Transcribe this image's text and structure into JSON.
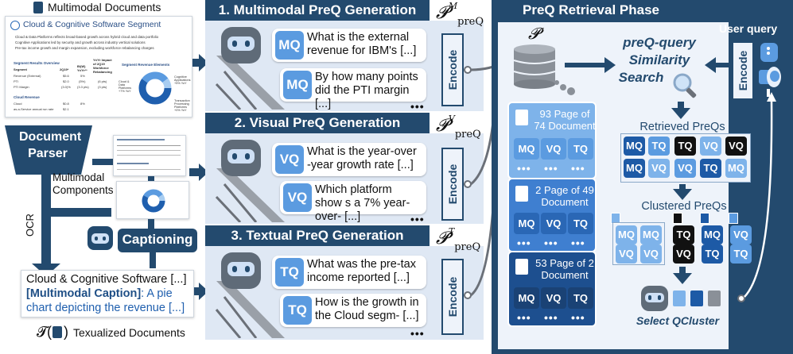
{
  "top_left": {
    "title": "Multimodal Documents",
    "doc_header": "Cloud & Cognitive Software Segment",
    "doc_bullets": [
      "Cloud & Data Platforms reflects broad-based growth across hybrid cloud and data portfolio",
      "Cognitive Applications led by security and growth across industry vertical solutions",
      "Pre-tax income growth and margin expansion, excluding workforce rebalancing charges"
    ],
    "table_title": "Segment Results Overview",
    "table_headers": [
      "Segment",
      "2Q19*",
      "B/(W) Yr/Yr**",
      "Yr/Yr Impact of 2Q19 Workforce Rebalancing"
    ],
    "table_rows": [
      [
        "Revenue (External)",
        "$5.6",
        "5%",
        ""
      ],
      [
        "PTI",
        "$2.0",
        "(5%)",
        "(6 pts)"
      ],
      [
        "PTI Margin",
        "(3.0)%",
        "(3.3 pts)",
        "(3 pts)"
      ]
    ],
    "cloud_title": "Cloud Revenue",
    "cloud_rows": [
      [
        "Cloud",
        "$0.8",
        "8%"
      ],
      [
        "as-a-Service annual run rate",
        "$2.1",
        ""
      ]
    ],
    "pie_title": "Segment Revenue Elements",
    "pie_labels": [
      "Cloud & Data Platforms +7% YoY",
      "Cognitive Applications +5% YoY",
      "Transaction Processing Platforms +0% YoY"
    ]
  },
  "parser_label": "Document Parser",
  "components_label": "Multimodal Components",
  "ocr_label": "OCR",
  "captioning_label": "Captioning",
  "text_doc": {
    "line1": "Cloud & Cognitive Software [...]",
    "caption_tag": "[Multimodal Caption]",
    "line2_rest": ": A pie",
    "line3": "chart depicting the revenue [...]"
  },
  "texualized_label": "Texualized Documents",
  "t_symbol": "𝓣",
  "sections": [
    {
      "title": "1. Multimodal PreQ Generation",
      "symbol": "𝓟",
      "sup": "M",
      "sub": "preQ",
      "tag": "MQ",
      "questions": [
        "What is the external revenue for IBM's [...]",
        "By how many points did the PTI margin [...]"
      ]
    },
    {
      "title": "2. Visual PreQ Generation",
      "symbol": "𝓟",
      "sup": "V",
      "sub": "preQ",
      "tag": "VQ",
      "questions": [
        "What is the year-over -year growth rate [...]",
        "Which platform show s a 7% year-over- [...]"
      ]
    },
    {
      "title": "3. Textual PreQ Generation",
      "symbol": "𝓟",
      "sup": "T",
      "sub": "preQ",
      "tag": "TQ",
      "questions": [
        "What was the pre-tax income reported [...]",
        "How is the growth in the Cloud segm- [...]"
      ]
    }
  ],
  "encode_label": "Encode",
  "ellipsis": "•••",
  "retrieval": {
    "title": "PreQ Retrieval Phase",
    "p_symbol": "𝓟",
    "user_query": "User query",
    "search_label": [
      "preQ-query",
      "Similarity",
      "Search"
    ],
    "doc_cards": [
      {
        "title": "93 Page of 74 Document",
        "chips": [
          "MQ",
          "VQ",
          "TQ"
        ]
      },
      {
        "title": "2 Page of 49 Document",
        "chips": [
          "MQ",
          "VQ",
          "TQ"
        ]
      },
      {
        "title": "53 Page of 2 Document",
        "chips": [
          "MQ",
          "VQ",
          "TQ"
        ]
      }
    ],
    "retrieved_label": "Retrieved PreQs",
    "retrieved_row1": [
      "MQ",
      "TQ",
      "TQ",
      "VQ",
      "VQ"
    ],
    "retrieved_row2": [
      "MQ",
      "VQ",
      "VQ",
      "TQ",
      "MQ"
    ],
    "clustered_label": "Clustered PreQs",
    "cluster_chips": [
      "MQ",
      "MQ",
      "VQ",
      "VQ",
      "TQ",
      "VQ",
      "MQ",
      "TQ",
      "VQ",
      "TQ"
    ],
    "select_label": "Select QCluster"
  },
  "colors": {
    "navy": "#234a6e",
    "blue": "#5b9be0",
    "dark_blue": "#1d5aa6",
    "panel": "#dfe8f4"
  }
}
